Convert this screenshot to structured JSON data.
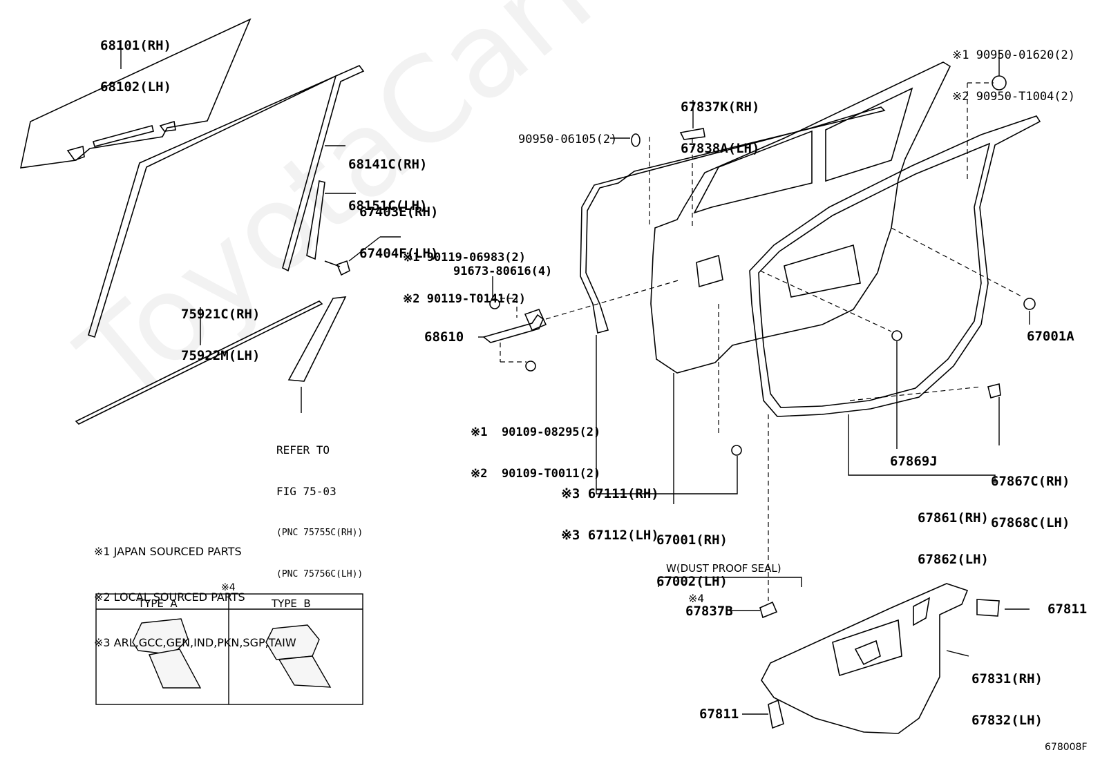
{
  "watermark": "ToyotaCarNi.ru",
  "drawing_id": "678008F",
  "callouts": {
    "c68101": [
      "68101(RH)",
      "68102(LH)"
    ],
    "c68141": [
      "68141C(RH)",
      "68151C(LH)"
    ],
    "c67403": [
      "67403E(RH)",
      "67404F(LH)"
    ],
    "c90119": [
      "※1 90119-06983(2)",
      "※2 90119-T0141(2)"
    ],
    "c75921": [
      "75921C(RH)",
      "75922M(LH)"
    ],
    "c91673": "91673-80616(4)",
    "c68610": "68610",
    "c90109": [
      "※1  90109-08295(2)",
      "※2  90109-T0011(2)"
    ],
    "cRefer": [
      "REFER TO",
      "FIG 75-03",
      "(PNC 75755C(RH))",
      "(PNC 75756C(LH))"
    ],
    "c90950_06105": "90950-06105(2)",
    "c67837K": [
      "67837K(RH)",
      "67838A(LH)"
    ],
    "c90950_top": [
      "※1 90950-01620(2)",
      "※2 90950-T1004(2)"
    ],
    "c67001A": "67001A",
    "c67867C": [
      "67867C(RH)",
      "67868C(LH)"
    ],
    "c67869J": "67869J",
    "c67861": [
      "67861(RH)",
      "67862(LH)"
    ],
    "c67111": [
      "※3 67111(RH)",
      "※3 67112(LH)"
    ],
    "c67001": [
      "67001(RH)",
      "67002(LH)"
    ],
    "cDust": "W(DUST PROOF SEAL)",
    "c67837B_mark": "※4",
    "c67837B": "67837B",
    "c67811_top": "67811",
    "c67831": [
      "67831(RH)",
      "67832(LH)"
    ],
    "c67811_bottom": "67811"
  },
  "notes": [
    "※1 JAPAN SOURCED PARTS",
    "※2 LOCAL SOURCED PARTS",
    "※3 ARL,GCC,GEN,IND,PKN,SGP,TAIW"
  ],
  "type_table": {
    "mark": "※4",
    "type_a": "TYPE  A",
    "type_b": "TYPE  B"
  }
}
